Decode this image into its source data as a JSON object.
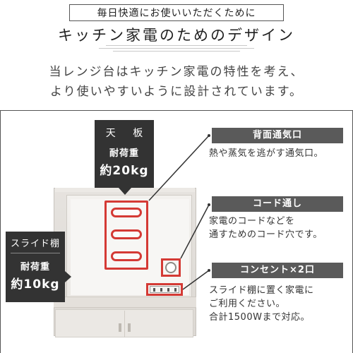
{
  "header": {
    "tag": "毎日快適にお使いいただくために",
    "headline": "キッチン家電のためのデザイン",
    "intro_line1": "当レンジ台はキッチン家電の特性を考え、",
    "intro_line2": "より使いやすいように設計されています。"
  },
  "labels": {
    "top_panel": {
      "title": "天 板",
      "load_label": "耐荷重",
      "load_value": "約20kg"
    },
    "slide_shelf": {
      "title": "スライド棚",
      "load_label": "耐荷重",
      "load_value": "約10kg"
    }
  },
  "callouts": [
    {
      "title": "背面通気口",
      "text_line1": "熱や蒸気を逃がす通気口。"
    },
    {
      "title": "コード通し",
      "text_line1": "家電のコードなどを",
      "text_line2": "通すためのコード穴です。"
    },
    {
      "title": "コンセント×2口",
      "text_line1": "スライド棚に置く家電に",
      "text_line2": "ご利用ください。",
      "text_line3": "合計1500Wまで対応。"
    }
  ],
  "colors": {
    "accent": "#d43a35",
    "dark_label": "#333333",
    "callout_head": "#5a5a5a"
  }
}
